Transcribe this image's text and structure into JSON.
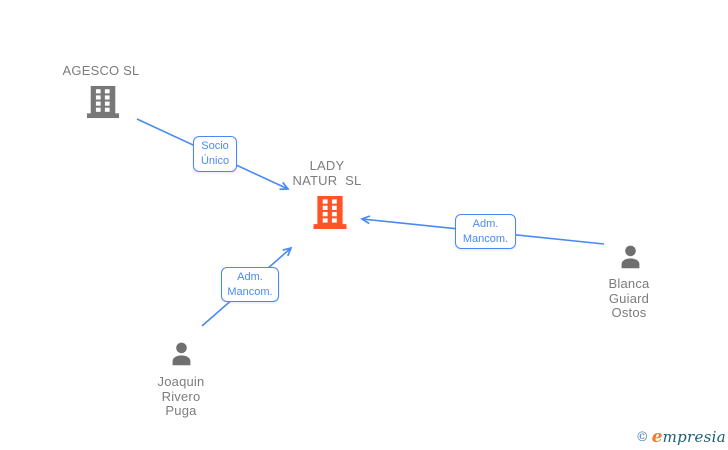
{
  "diagram_type": "corporate-relationship-graph",
  "nodes": {
    "agesco": {
      "type": "company",
      "label": "AGESCO SL"
    },
    "lady_natur": {
      "type": "company",
      "highlighted": true,
      "line1": "LADY",
      "line2": "NATUR SL"
    },
    "blanca": {
      "type": "person",
      "line1": "Blanca",
      "line2": "Guiard",
      "line3": "Ostos"
    },
    "joaquin": {
      "type": "person",
      "line1": "Joaquin",
      "line2": "Rivero",
      "line3": "Puga"
    }
  },
  "edges": [
    {
      "from": "AGESCO SL",
      "to": "LADY NATUR SL",
      "line1": "Socio",
      "line2": "Único"
    },
    {
      "from": "Blanca Guiard Ostos",
      "to": "LADY NATUR SL",
      "line1": "Adm.",
      "line2": "Mancom."
    },
    {
      "from": "Joaquin Rivero Puga",
      "to": "LADY NATUR SL",
      "line1": "Adm.",
      "line2": "Mancom."
    }
  ],
  "watermark": {
    "symbol": "©",
    "brand_head": "e",
    "brand_tail": "mpresia"
  },
  "colors": {
    "edge_blue": "#4a89f4",
    "company_gray": "#777777",
    "person_gray": "#6f6f6f",
    "highlight_orange": "#ff5426",
    "label_gray": "#7c7c7c",
    "logo_orange": "#ee7b2f",
    "logo_teal": "#1e5e74",
    "logo_blue": "#3f7db3"
  }
}
